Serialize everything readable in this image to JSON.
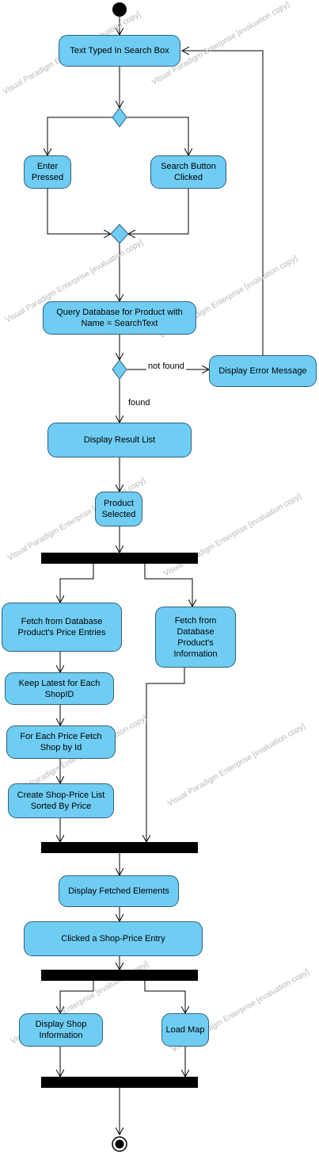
{
  "watermark": "Visual Paradigm Enterprise [evaluation copy]",
  "actions": {
    "text_typed": "Text Typed In Search Box",
    "enter_pressed": "Enter\nPressed",
    "search_clicked": "Search Button\nClicked",
    "query_db": "Query Database for Product with\nName = SearchText",
    "display_error": "Display Error Message",
    "display_result": "Display Result List",
    "product_selected": "Product\nSelected",
    "fetch_prices": "Fetch from Database\nProduct's Price Entries",
    "fetch_info": "Fetch from\nDatabase\nProduct's\nInformation",
    "keep_latest": "Keep Latest for Each\nShopID",
    "fetch_shop": "For Each Price Fetch\nShop by Id",
    "create_list": "Create Shop-Price List\nSorted By Price",
    "display_fetched": "Display Fetched Elements",
    "clicked_entry": "Clicked a Shop-Price Entry",
    "display_shop": "Display Shop\nInformation",
    "load_map": "Load Map"
  },
  "guards": {
    "not_found": "not found",
    "found": "found"
  }
}
